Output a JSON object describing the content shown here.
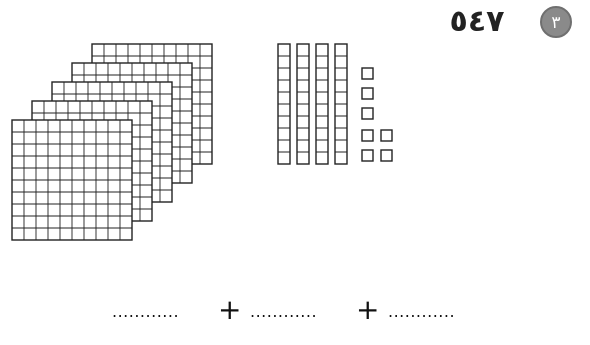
{
  "exercise": {
    "number": "٣",
    "target_number": "٥٤٧",
    "badge_color": "#8a8a8a"
  },
  "blocks": {
    "hundreds_flats": 5,
    "tens_rods": 4,
    "ones_units": 7
  },
  "equation": {
    "blank_1": "............",
    "operator_1": "+",
    "blank_2": "............",
    "operator_2": "+",
    "blank_3": "............"
  }
}
